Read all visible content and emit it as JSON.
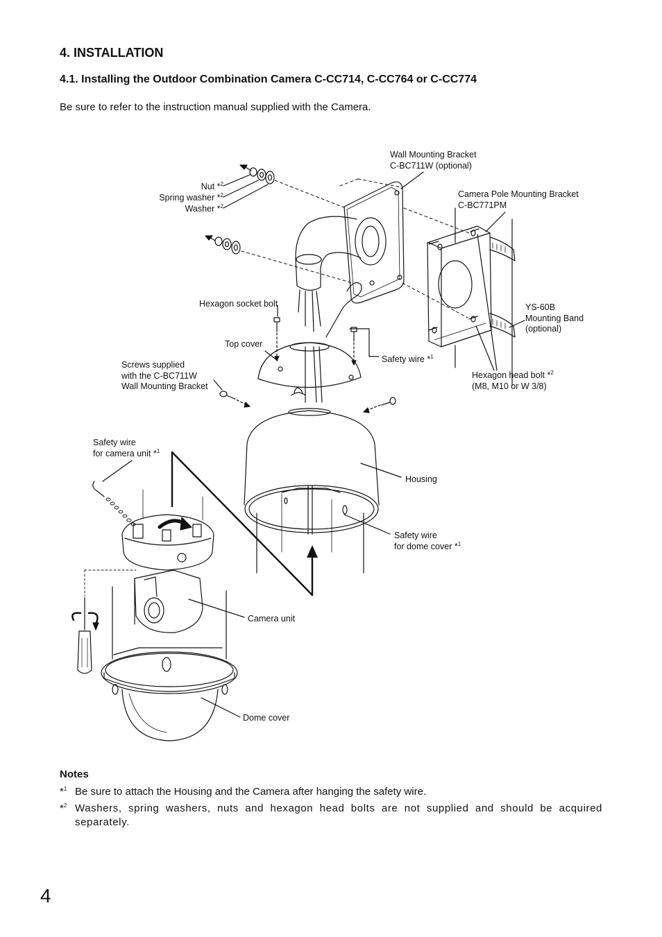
{
  "section_title": "4. INSTALLATION",
  "subsection_title": "4.1. Installing the Outdoor Combination Camera C-CC714, C-CC764 or C-CC774",
  "intro_text": "Be sure to refer to the instruction manual supplied with the Camera.",
  "labels": {
    "nut": "Nut",
    "spring_washer": "Spring washer",
    "washer": "Washer",
    "wall_bracket_1": "Wall Mounting Bracket",
    "wall_bracket_2": "C-BC711W (optional)",
    "pole_bracket_1": "Camera Pole Mounting Bracket",
    "pole_bracket_2": "C-BC771PM",
    "hex_socket_bolt": "Hexagon socket bolt",
    "band_1": "YS-60B",
    "band_2": "Mounting Band",
    "band_3": "(optional)",
    "top_cover": "Top cover",
    "safety_wire": "Safety wire",
    "screws_1": "Screws supplied",
    "screws_2": "with the C-BC711W",
    "screws_3": "Wall Mounting Bracket",
    "hex_head_bolt": "Hexagon head bolt",
    "hex_head_bolt_size": "(M8, M10 or W 3/8)",
    "sw_camera_1": "Safety wire",
    "sw_camera_2": "for camera unit",
    "housing": "Housing",
    "sw_dome_1": "Safety wire",
    "sw_dome_2": "for dome cover",
    "camera_unit": "Camera unit",
    "dome_cover": "Dome cover"
  },
  "marks": {
    "star": "*",
    "one": "1",
    "two": "2"
  },
  "notes": {
    "title": "Notes",
    "items": [
      {
        "mark": "*",
        "sup": "1",
        "text": "Be sure to attach the Housing and the Camera after hanging the safety wire."
      },
      {
        "mark": "*",
        "sup": "2",
        "text": "Washers, spring washers, nuts and hexagon head bolts are not supplied and should be acquired separately."
      }
    ]
  },
  "page_number": "4"
}
